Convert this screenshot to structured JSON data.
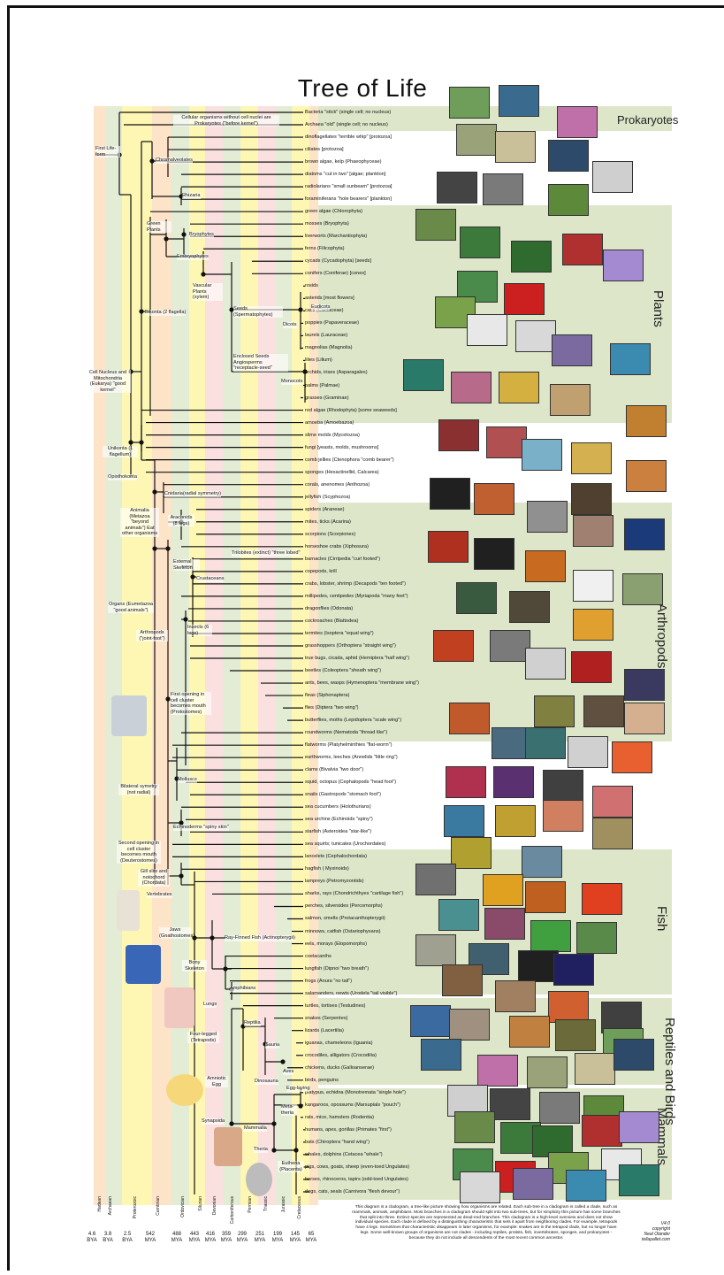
{
  "title": "Tree of Life",
  "groups": {
    "prokaryotes": "Prokaryotes",
    "plants": "Plants",
    "arthropods": "Arthropods",
    "fish": "Fish",
    "reptiles": "Reptiles and Birds",
    "mammals": "Mammals"
  },
  "species": [
    "Bacteria \"stick\" (single cell; no nucleus)",
    "Archaea \"old\" (single cell; no nucleus)",
    "dinoflagellates \"terrible whip\" [protozoa]",
    "ciliates [protozoa]",
    "brown algae, kelp (Phaeophyceae)",
    "diatoms \"cut in two\" [algae; plankton]",
    "radiolarians \"small sunbeam\" [protozoa]",
    "foraminiferans \"hole bearers\" [plankton]",
    "green algae (Chlorophyta)",
    "mosses (Bryophyta)",
    "liverworts (Marchantiophyta)",
    "ferns (Filicophyta)",
    "cycads (Cycadophyta) [seeds]",
    "conifers (Coniferae) [cones]",
    "rosids",
    "asterids [most flowers]",
    "cacti (Cactaceae)",
    "poppies (Papaveraceae)",
    "laurels (Lauraceae)",
    "magnolias (Magnolia)",
    "lilies (Lilium)",
    "orchids, irises (Asparagales)",
    "palms (Palmae)",
    "grasses (Graminae)",
    "red algae (Rhodophyta) [some seaweeds]",
    "amoeba (Amoebazoa)",
    "slime molds (Mycetozoa)",
    "fungi [yeasts, molds, mushrooms]",
    "comb jellies (Ctenophora \"comb bearer\")",
    "sponges (Hexactinellid, Calcarea)",
    "corals, anenomes (Anthozoa)",
    "jellyfish (Scyphozoa)",
    "spiders (Araneae)",
    "mites, ticks (Acarina)",
    "scorpions (Scorpiones)",
    "horseshoe crabs (Xiphosura)",
    "barnacles (Cirripedia \"curl footed\")",
    "copepods, krill",
    "crabs, lobster, shrimp (Decapods \"ten footed\")",
    "millipedes, centipedes (Myriapoda \"many feet\")",
    "dragonflies (Odonata)",
    "cockroaches (Blattodea)",
    "termites (Isoptera \"equal wing\")",
    "grasshoppers (Orthoptera \"straight wing\")",
    "true bugs, cicada, aphid (Hemiptera \"half wing\")",
    "beetles (Coleoptera \"sheath wing\")",
    "ants, bees, wasps (Hymenoptera \"membrane wing\")",
    "fleas (Siphonaptera)",
    "flies (Diptera \"two wing\")",
    "butterflies, moths (Lepidoptera \"scale wing\")",
    "roundworms (Nematoda \"thread like\")",
    "flatworms (Platyhelminthies \"flat-worm\")",
    "earthworms, leeches (Annelids \"little ring\")",
    "clams (Bivalvia \"two door\")",
    "squid, octopus (Cephalopods \"head foot\")",
    "snails (Gastropods \"stomach foot\")",
    "sea cucumbers (Holothurians)",
    "sea urchins (Echinoids \"spiny\")",
    "starfish (Asteroidea \"star-like\")",
    "sea squirts; tunicates (Urochordates)",
    "lancelets (Cephalochordata)",
    "hagfish ( Myxinoids)",
    "lampreys (Petromyzontids)",
    "sharks, rays (Chondrichthyes \"cartilage fish\")",
    "perches, silversides (Percomorphs)",
    "salmon, smelts (Protacanthopterygii)",
    "minnows, catfish (Ostariophysans)",
    "eels, morays (Elopomorphs)",
    "coelacanths",
    "lungfish (Dipnoi \"two breath\")",
    "frogs (Anura \"no tail\")",
    "salamanders, newts (Urodela \"tail visible\")",
    "turtles, tortises (Testudines)",
    "snakes (Serpentes)",
    "lizards (Lacertilia)",
    "iguanas, chameleons (Iguania)",
    "crocodiles, alligators (Crocodilia)",
    "chickens, ducks (Galloanserae)",
    "birds, penguins",
    "platypus, echidna (Monotremata \"single hole\")",
    "kangaroos, opossums (Marsupials \"pouch\")",
    "rats, mice, hamsters (Rodentia)",
    "humans, apes, gorillas (Primates \"first\")",
    "bats (Chiroptera \"hand wing\")",
    "whales, dolphins (Cetacea \"whale\")",
    "pigs, cows, goats, sheep (even-toed Ungulates)",
    "horses, rhinoceros, tapirs (odd-toed Ungulates)",
    "dogs, cats, seals (Carnivora \"flesh devour\")"
  ],
  "clades": {
    "first_life": "First Life-form",
    "prokaryote_note": "Cellular organisms without cell nuclei are Prokaryotes (\"before kernel\")",
    "chromalveolates": "Chromalveolates",
    "rhizaria": "Rhizaria",
    "green_plants": "Green Plants",
    "bryophytes": "Bryophytes",
    "embryophytes": "Embryophytes",
    "vascular": "Vascular Plants (xylem)",
    "seeds": "Seeds (Spermatophytes)",
    "eudicots": "Eudicots",
    "dicots": "Dicots",
    "enclosed_seeds": "Enclosed Seeds Angiosperms \"receptacle-seed\"",
    "monocots": "Monocots",
    "bikonta": "Bikonta (2 flagella)",
    "eukarya": "Cell Nucleus and Mitochondria (Eukarya) \"good kernel\"",
    "unikonta": "Unikonta (1 flagellum)",
    "opisthokonta": "Opisthokonta",
    "animalia": "Animalia (Metazoa \"beyond animals\") Eat other organisms",
    "cnidaria": "Cnidaria(radial symmetry)",
    "arachnids": "Arachnids (8 legs)",
    "trilobites": "Trilobites (extinct) \"three lobed\"",
    "external_skeleton": "External Skeleton",
    "crustaceans": "Crustaceans",
    "organs": "Organs (Eumetazoa \"good animals\")",
    "arthropods": "Arthropods (\"joint-foot\")",
    "insects": "Insects (6 legs)",
    "protostomes": "First opening in cell cluster becomes mouth (Protostomes)",
    "molluscs": "Molluscs",
    "bilateral": "Bilateral symetry (not radial)",
    "echinoderms": "Echinoderms \"spiny skin\"",
    "deuterostomes": "Second opening in cell cluster becomes mouth (Deuterostomes)",
    "chordata": "Gill slits and notochord (Chordata)",
    "vertebrates": "Vertebrates",
    "jaws": "Jaws (Gnathostomes)",
    "ray_finned": "Ray-Finned Fish (Actinopterygii)",
    "bony": "Bony Skeleton",
    "lungs": "Lungs",
    "amphibians": "Amphibians",
    "tetrapods": "Four-legged (Tetrapods)",
    "reptilia": "Reptilia",
    "sauria": "Sauria",
    "amniotic": "Amniotic Egg",
    "dinosauria": "Dinosauria",
    "aves": "Aves",
    "egg_laying": "Egg-laying",
    "synapsida": "Synapsida",
    "mammalia": "Mammalia",
    "metatheria": "Meta-theria",
    "theria": "Theria",
    "eutheria": "Eutheria (Placenta)"
  },
  "eras": [
    "Hadean",
    "Archaean",
    "Proterozoic",
    "Cambrian",
    "Ordovician",
    "Silurian",
    "Devonian",
    "Carboniferous",
    "Permian",
    "Triassic",
    "Jurassic",
    "Cretaceous"
  ],
  "time_ticks": [
    {
      "value": "4.6",
      "unit": "BYA"
    },
    {
      "value": "3.8",
      "unit": "BYA"
    },
    {
      "value": "2.5",
      "unit": "BYA"
    },
    {
      "value": "542",
      "unit": "MYA"
    },
    {
      "value": "488",
      "unit": "MYA"
    },
    {
      "value": "443",
      "unit": "MYA"
    },
    {
      "value": "416",
      "unit": "MYA"
    },
    {
      "value": "359",
      "unit": "MYA"
    },
    {
      "value": "299",
      "unit": "MYA"
    },
    {
      "value": "251",
      "unit": "MYA"
    },
    {
      "value": "199",
      "unit": "MYA"
    },
    {
      "value": "145",
      "unit": "MYA"
    },
    {
      "value": "65",
      "unit": "MYA"
    }
  ],
  "note": "This diagram is a cladogram, a tree-like picture showing how organisms are related. Each sub-tree in a cladogram is called a clade, such as mammals, animals, amphibians. Most branches in a cladogram should split into two sub-trees, but for simplicity this picture has some branches that split into three. Extinct species are represented as dead-end branches. This cladogram is a high-level overview and does not show individual species. Each clade is defined by a distinguishing characteristic that sets it apart from neighboring clades. For example, tetrapods have 4 legs. Sometimes that characteristic disappears in later organisms, for example: snakes are in the tetrapod clade, but no longer have legs. Some well-known groups of organisms are not clades - including reptiles, protists, fish, invertebrates, sponges, and prokaryotes - because they do not include all descendents of the most recent common ancestor.",
  "version": {
    "v": "V4.0",
    "copyright": "copyright",
    "author": "Neal Olander",
    "site": "tellapallet.com"
  },
  "colors": {
    "group_bg": "#dde6c9",
    "band_peach": "#fde3c8",
    "band_green": "#e3ecd4",
    "band_yellow": "#fdf7b3",
    "band_pink": "#fbe0e0",
    "line": "#111111"
  }
}
